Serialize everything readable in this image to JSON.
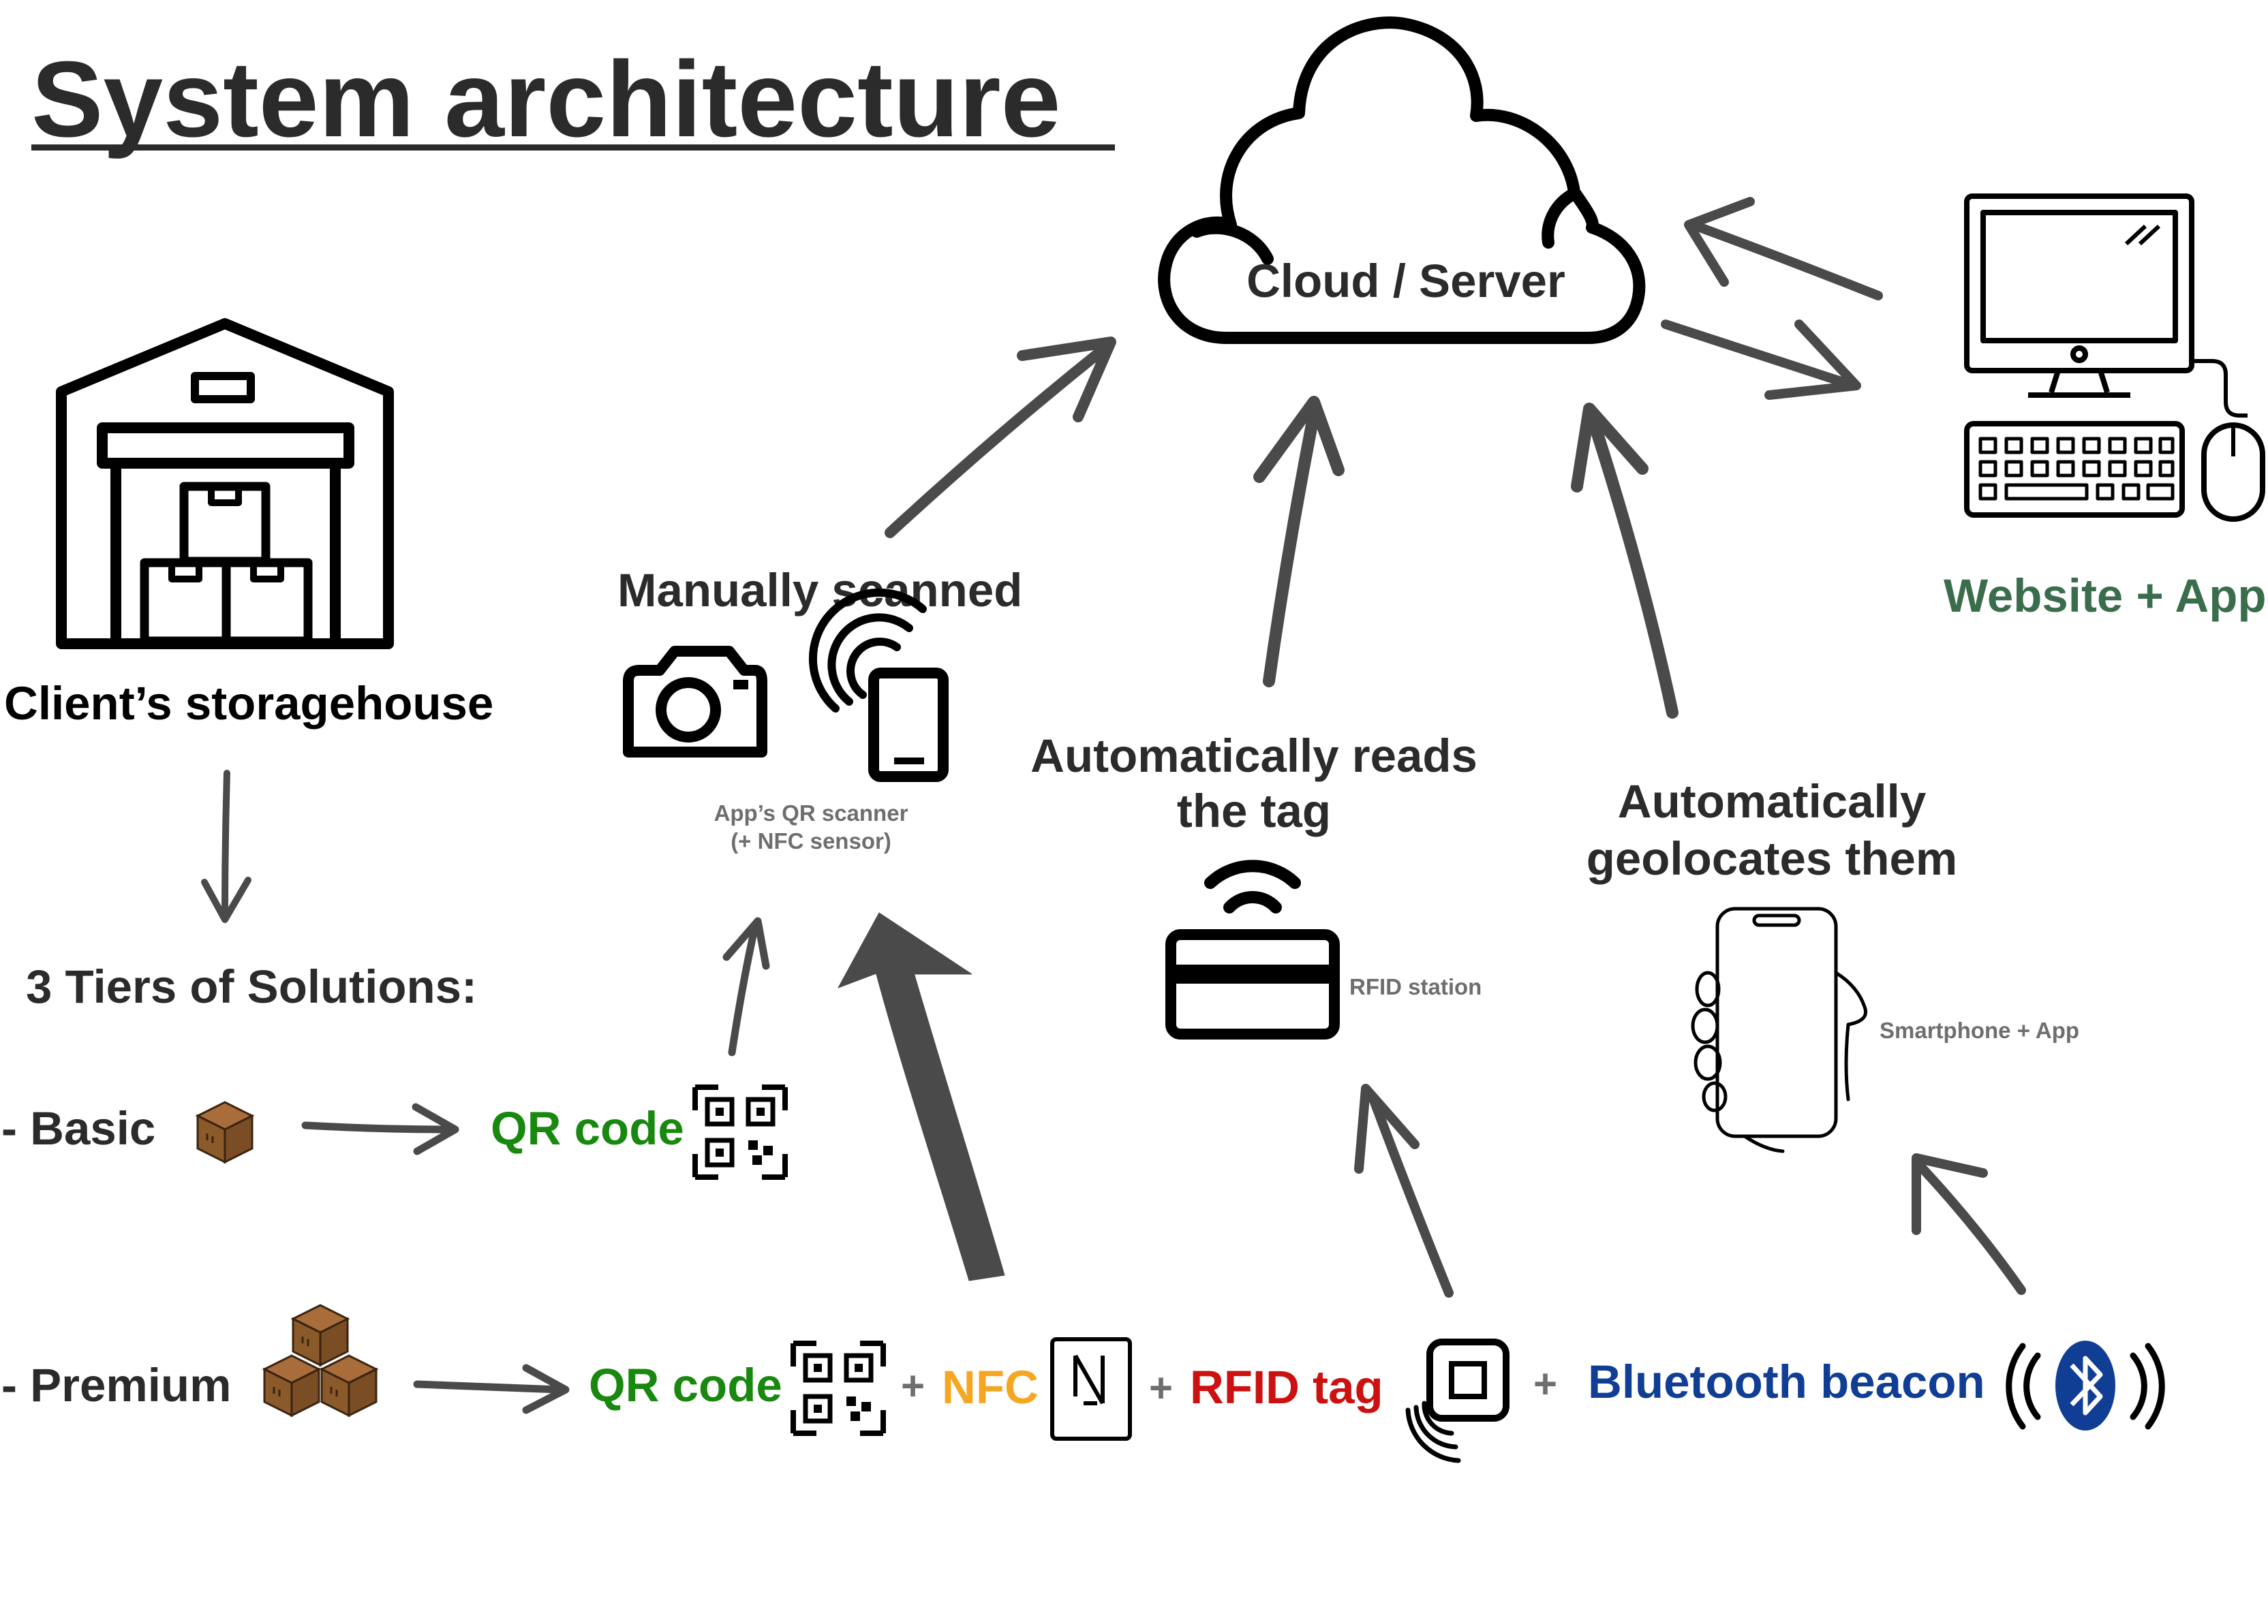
{
  "title": "System architecture",
  "storagehouse": {
    "label": "Client’s storagehouse"
  },
  "tiers": {
    "heading": "3 Tiers of Solutions:",
    "basic": {
      "label": "- Basic",
      "qr_label": "QR code"
    },
    "premium": {
      "label": "- Premium",
      "qr_label": "QR code",
      "plus": "+",
      "nfc_label": "NFC",
      "rfid_label": "RFID tag",
      "bluetooth_label": "Bluetooth beacon"
    }
  },
  "manual": {
    "heading": "Manually scanned",
    "caption_line1": "App’s QR scanner",
    "caption_line2": "(+ NFC sensor)"
  },
  "cloud": {
    "label": "Cloud / Server"
  },
  "rfid_station": {
    "heading_line1": "Automatically reads",
    "heading_line2": "the tag",
    "caption": "RFID station"
  },
  "geolocate": {
    "heading_line1": "Automatically",
    "heading_line2": "geolocates them",
    "caption": "Smartphone + App"
  },
  "website": {
    "label": "Website + App"
  },
  "colors": {
    "text": "#2b2b2b",
    "arrow": "#4a4a4b",
    "qr_green": "#18880f",
    "nfc_orange": "#f5a623",
    "rfid_red": "#cc1111",
    "bluetooth_blue": "#0f3e94",
    "website_green": "#3a6d4c",
    "box_brown": "#8b5a2b",
    "caption_gray": "#6e6e6e"
  },
  "icons": [
    "warehouse-icon",
    "camera-icon",
    "nfc-phone-icon",
    "cloud-icon",
    "computer-icon",
    "rfid-station-icon",
    "hand-phone-icon",
    "box-icon",
    "boxes-icon",
    "qr-icon",
    "nfc-card-icon",
    "rfid-tag-icon",
    "bluetooth-icon"
  ]
}
